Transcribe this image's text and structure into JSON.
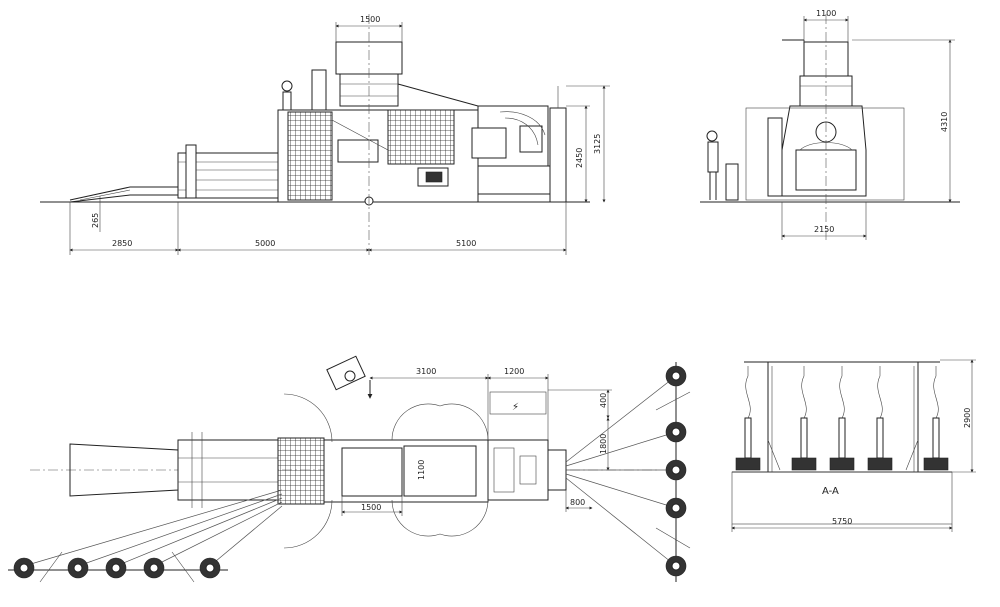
{
  "dimensions": {
    "side_top": "1500",
    "side_height_2450": "2450",
    "side_height_3125": "3125",
    "side_floor_265": "265",
    "side_len_2850": "2850",
    "side_len_5000": "5000",
    "side_len_5100": "5100",
    "front_top": "1100",
    "front_height": "4310",
    "front_width": "2150",
    "plan_3100": "3100",
    "plan_1200": "1200",
    "plan_400": "400",
    "plan_1800": "1800",
    "plan_1100": "1100",
    "plan_1500": "1500",
    "plan_800": "800",
    "section_height": "2900",
    "section_width": "5750"
  },
  "labels": {
    "section": "A-A"
  },
  "colors": {
    "line": "#222222",
    "background": "#ffffff"
  }
}
